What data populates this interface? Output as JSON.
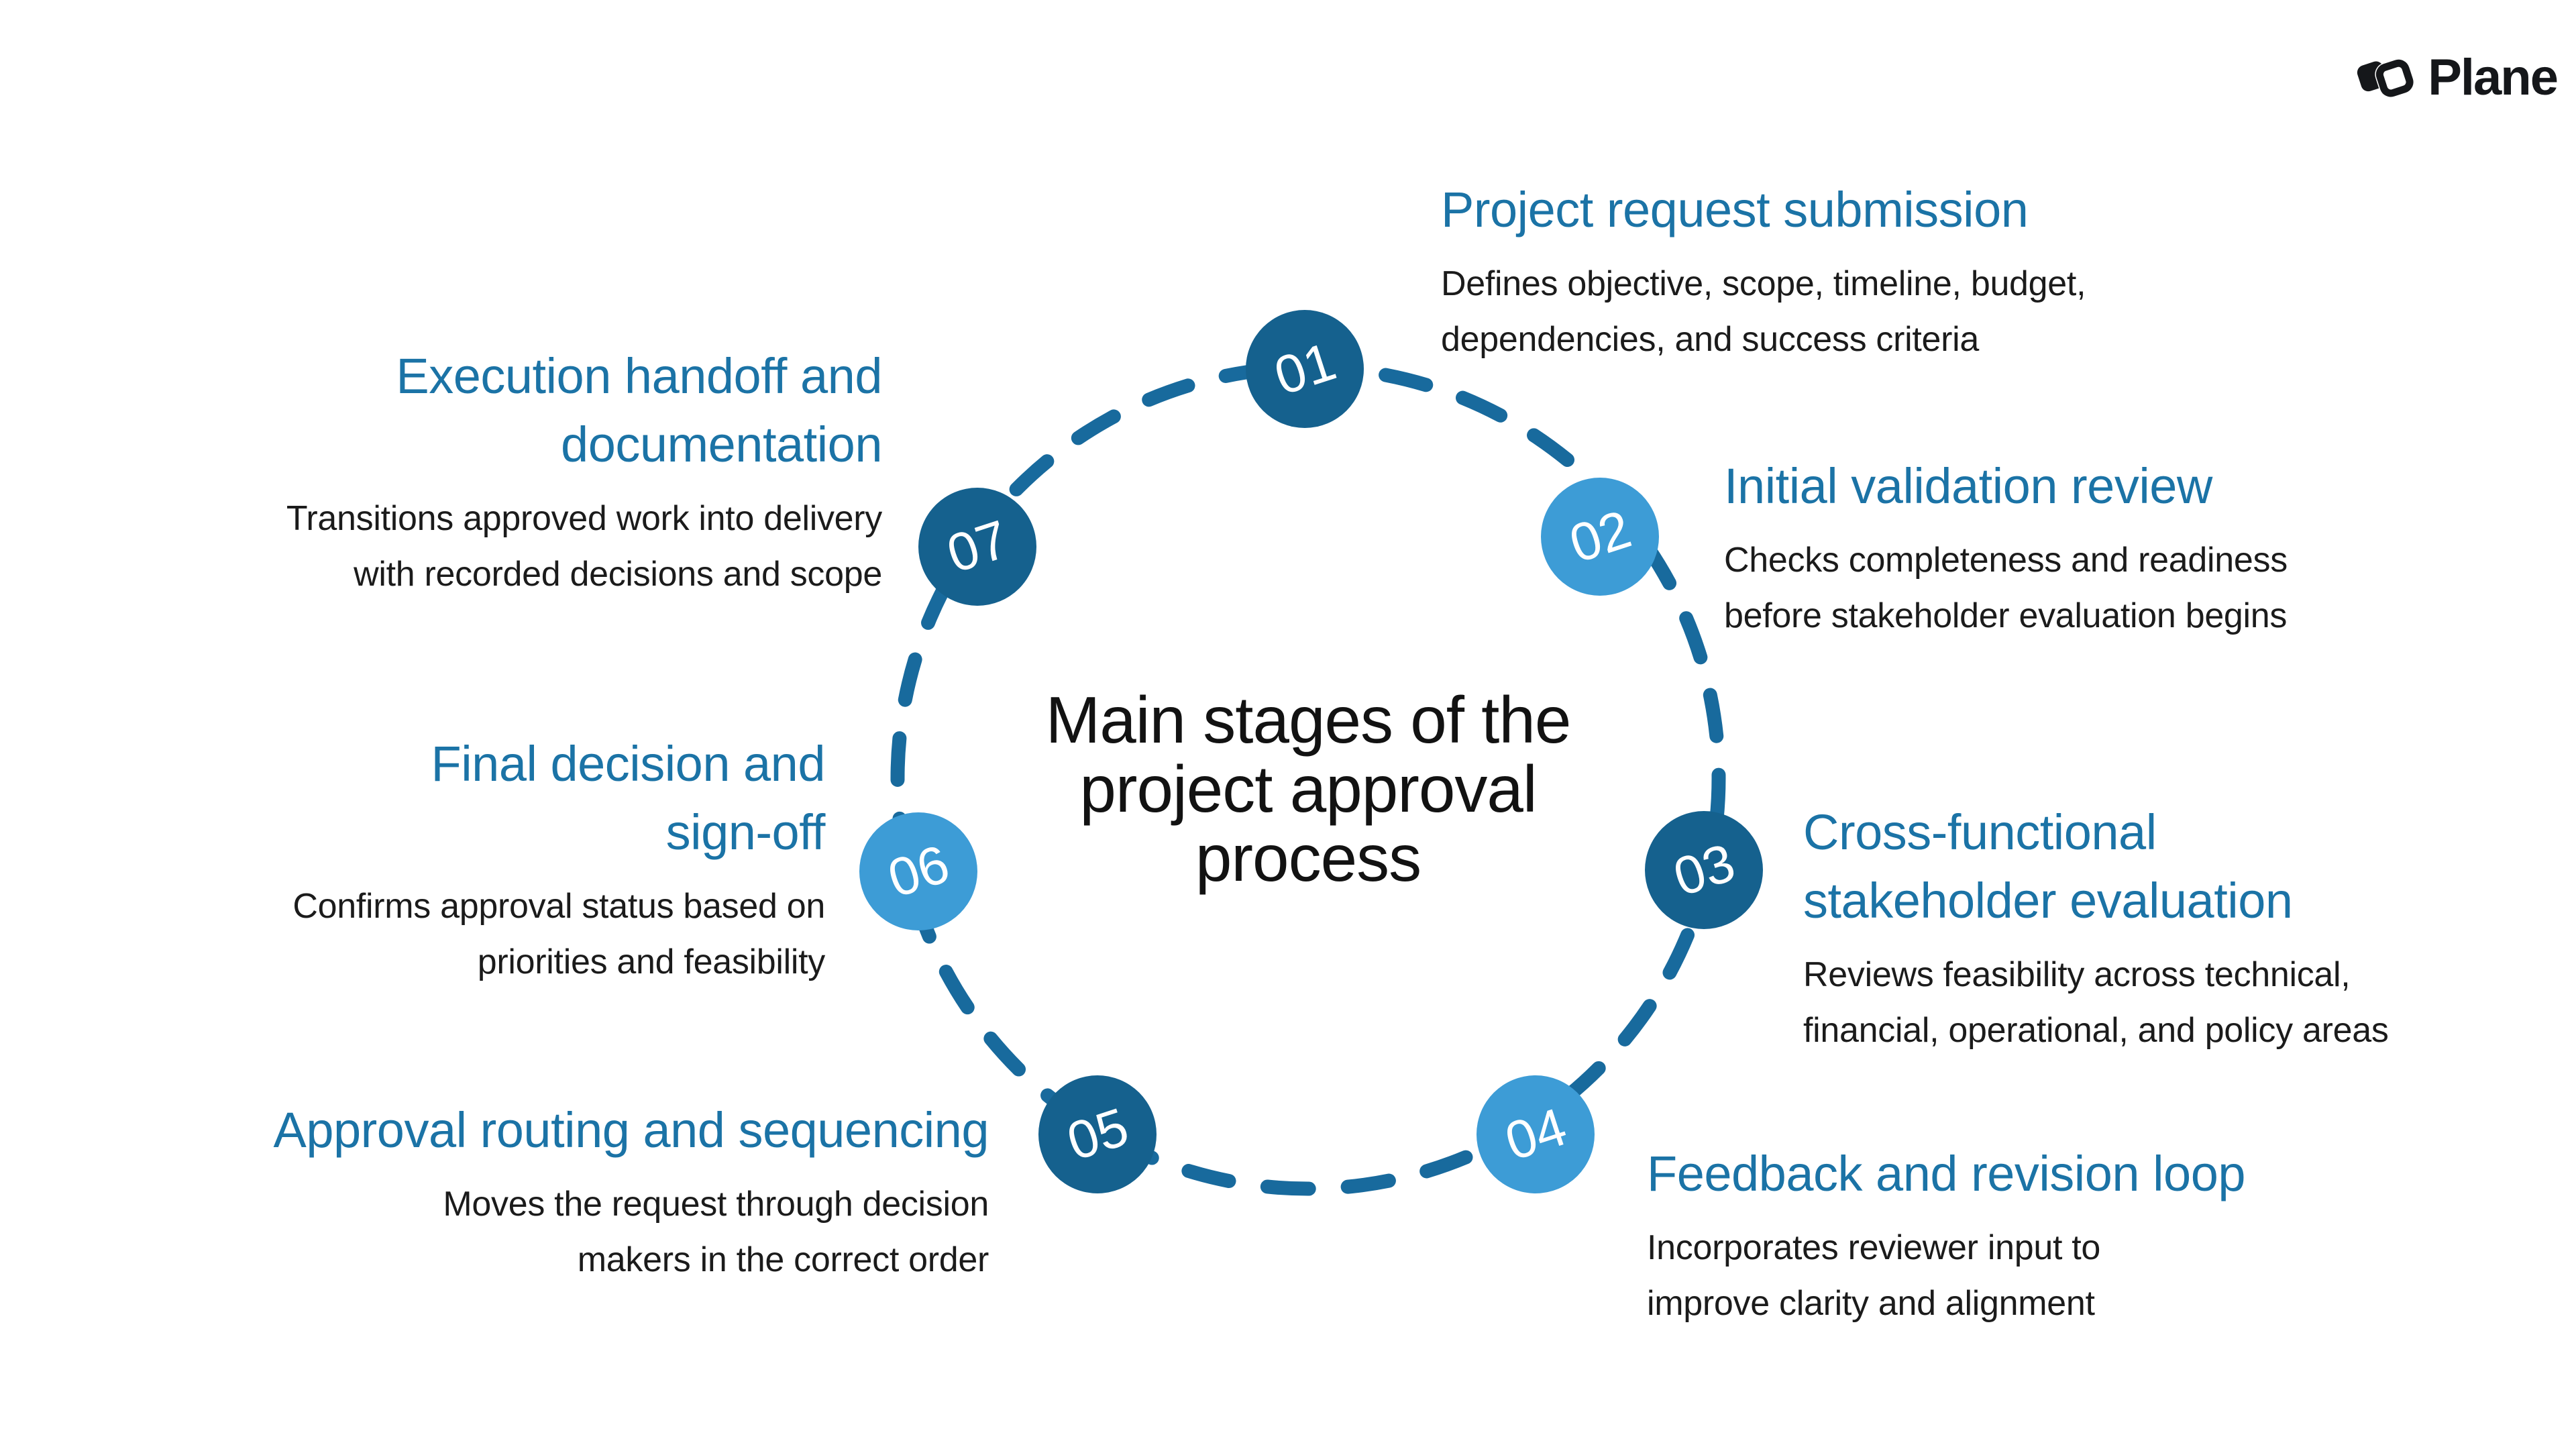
{
  "brand": {
    "name": "Plane"
  },
  "title_lines": [
    "Main stages of the",
    "project approval",
    "process"
  ],
  "colors": {
    "dark_circle": "#15618E",
    "light_circle": "#3D9CD6",
    "heading": "#1B73A6",
    "ring": "#186A9D",
    "body_text": "#1B1B1B",
    "title_text": "#121212",
    "logo_text": "#15171A"
  },
  "stages": [
    {
      "number": "01",
      "circle_shade": "dark",
      "title_lines": [
        "Project request submission"
      ],
      "description_lines": [
        "Defines objective, scope, timeline, budget,",
        "dependencies, and success criteria"
      ]
    },
    {
      "number": "02",
      "circle_shade": "light",
      "title_lines": [
        "Initial validation review"
      ],
      "description_lines": [
        "Checks completeness and readiness",
        "before stakeholder evaluation begins"
      ]
    },
    {
      "number": "03",
      "circle_shade": "dark",
      "title_lines": [
        "Cross-functional",
        "stakeholder evaluation"
      ],
      "description_lines": [
        "Reviews feasibility across technical,",
        "financial, operational, and policy areas"
      ]
    },
    {
      "number": "04",
      "circle_shade": "light",
      "title_lines": [
        "Feedback and revision loop"
      ],
      "description_lines": [
        "Incorporates reviewer input to",
        "improve clarity and alignment"
      ]
    },
    {
      "number": "05",
      "circle_shade": "dark",
      "title_lines": [
        "Approval routing and sequencing"
      ],
      "description_lines": [
        "Moves the request through decision",
        "makers in the correct order"
      ]
    },
    {
      "number": "06",
      "circle_shade": "light",
      "title_lines": [
        "Final decision and",
        "sign-off"
      ],
      "description_lines": [
        "Confirms approval status based on",
        "priorities and feasibility"
      ]
    },
    {
      "number": "07",
      "circle_shade": "dark",
      "title_lines": [
        "Execution handoff and",
        "documentation"
      ],
      "description_lines": [
        "Transitions approved work into delivery",
        "with recorded decisions and scope"
      ]
    }
  ]
}
